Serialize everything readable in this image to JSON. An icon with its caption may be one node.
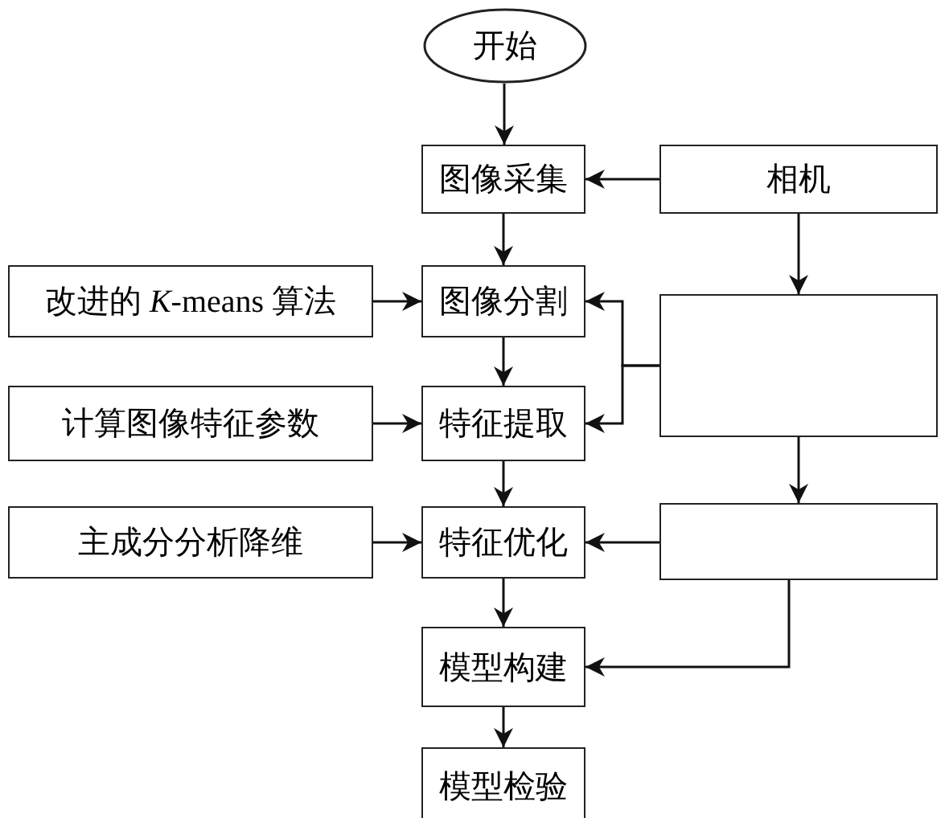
{
  "diagram": {
    "nodes": [
      {
        "text": [
          "开始"
        ]
      },
      {
        "text": [
          "图像采集"
        ]
      },
      {
        "text": [
          "相机"
        ]
      },
      {
        "text": [
          "改进的 *K*-means 算法"
        ]
      },
      {
        "text": [
          "图像分割"
        ]
      },
      {
        "text": [],
        "shape": "box"
      },
      {
        "text": [
          "计算图像特征参数"
        ]
      },
      {
        "text": [
          "特征提取"
        ]
      },
      {
        "text": [
          "主成分分析降维"
        ]
      },
      {
        "text": [
          "特征优化"
        ]
      },
      {
        "text": [],
        "shape": "box"
      },
      {
        "text": [
          "模型构建"
        ]
      },
      {
        "text": [
          "模型检验"
        ]
      }
    ],
    "edges": [
      {
        "from": 0,
        "to": 1,
        "arrow": "to"
      },
      {
        "from": 2,
        "to": 1,
        "arrow": "to"
      },
      {
        "from": 2,
        "to": 5,
        "arrow": "to"
      },
      {
        "from": 1,
        "to": 4,
        "arrow": "to"
      },
      {
        "from": 3,
        "to": 4,
        "arrow": "to"
      },
      {
        "from": 5,
        "to": 4,
        "arrow": "to"
      },
      {
        "from": 4,
        "to": 7,
        "arrow": "to"
      },
      {
        "from": 6,
        "to": 7,
        "arrow": "to"
      },
      {
        "from": 5,
        "to": 7,
        "arrow": "to"
      },
      {
        "from": 7,
        "to": 9,
        "arrow": "to"
      },
      {
        "from": 8,
        "to": 9,
        "arrow": "to"
      },
      {
        "from": 10,
        "to": 9,
        "arrow": "to"
      },
      {
        "from": 5,
        "to": 10,
        "arrow": "to"
      },
      {
        "from": 9,
        "to": 11,
        "arrow": "to"
      },
      {
        "from": 10,
        "to": 11,
        "arrow": "to"
      },
      {
        "from": 11,
        "to": 12,
        "arrow": "to"
      }
    ]
  }
}
